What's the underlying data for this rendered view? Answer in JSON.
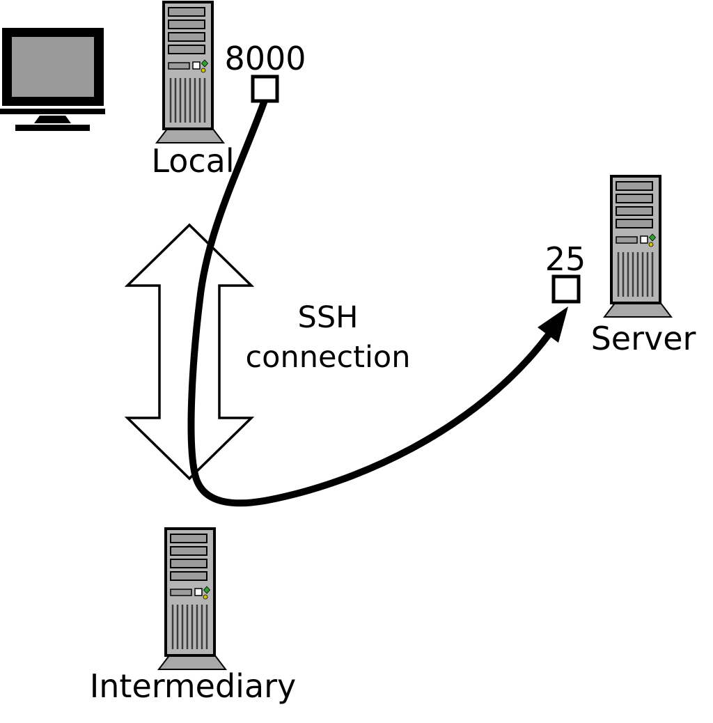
{
  "nodes": {
    "local": {
      "label": "Local",
      "port": "8000"
    },
    "server": {
      "label": "Server",
      "port": "25"
    },
    "intermediary": {
      "label": "Intermediary"
    }
  },
  "connection": {
    "label_line1": "SSH",
    "label_line2": "connection"
  },
  "colors": {
    "line": "#000000",
    "tower_body": "#b5b5b5",
    "tower_bay": "#9c9c9c",
    "tower_base": "#a8a8a8",
    "screen": "#9a9a9a",
    "led_green": "#2e9e2e",
    "led_yellow": "#d4c400",
    "port_box_fill": "#ffffff",
    "arrow_fill": "#ffffff"
  }
}
